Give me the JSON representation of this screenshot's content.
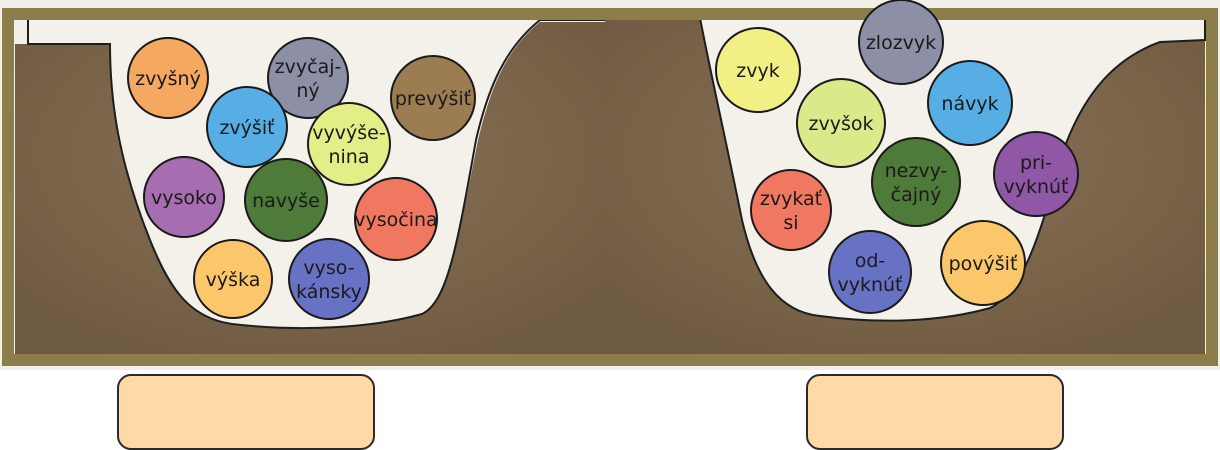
{
  "left_pit": {
    "balls": [
      {
        "lines": [
          "zvyšný"
        ],
        "color": "#f4a860"
      },
      {
        "lines": [
          "zvyčaj-",
          "ný"
        ],
        "color": "#8d8fa6"
      },
      {
        "lines": [
          "prevýšiť"
        ],
        "color": "#9c7d52"
      },
      {
        "lines": [
          "zvýšiť"
        ],
        "color": "#56aee5"
      },
      {
        "lines": [
          "vyvýše-",
          "nina"
        ],
        "color": "#e4ee86"
      },
      {
        "lines": [
          "vysoko"
        ],
        "color": "#a66db0"
      },
      {
        "lines": [
          "navyše"
        ],
        "color": "#4e7a3a"
      },
      {
        "lines": [
          "vysočina"
        ],
        "color": "#f07760"
      },
      {
        "lines": [
          "výška"
        ],
        "color": "#fbc76a"
      },
      {
        "lines": [
          "vyso-",
          "kánsky"
        ],
        "color": "#6772c4"
      }
    ]
  },
  "right_pit": {
    "balls": [
      {
        "lines": [
          "zlozvyk"
        ],
        "color": "#8d8fa6"
      },
      {
        "lines": [
          "zvyk"
        ],
        "color": "#f2ef84"
      },
      {
        "lines": [
          "návyk"
        ],
        "color": "#56aee5"
      },
      {
        "lines": [
          "zvyšok"
        ],
        "color": "#dbe98a"
      },
      {
        "lines": [
          "pri-",
          "vyknúť"
        ],
        "color": "#8f57a6"
      },
      {
        "lines": [
          "nezvy-",
          "čajný"
        ],
        "color": "#4e7a3a"
      },
      {
        "lines": [
          "zvykať",
          "si"
        ],
        "color": "#f07760"
      },
      {
        "lines": [
          "od-",
          "vyknúť"
        ],
        "color": "#6772c4"
      },
      {
        "lines": [
          "povýšiť"
        ],
        "color": "#fbc76a"
      }
    ]
  },
  "answer_boxes": {
    "left": "",
    "right": ""
  },
  "colors": {
    "frame": "#8d7d4a",
    "ground": "#7b6449",
    "pit_fill": "#f4f1ea",
    "answer_box": "#ffd9a6"
  }
}
